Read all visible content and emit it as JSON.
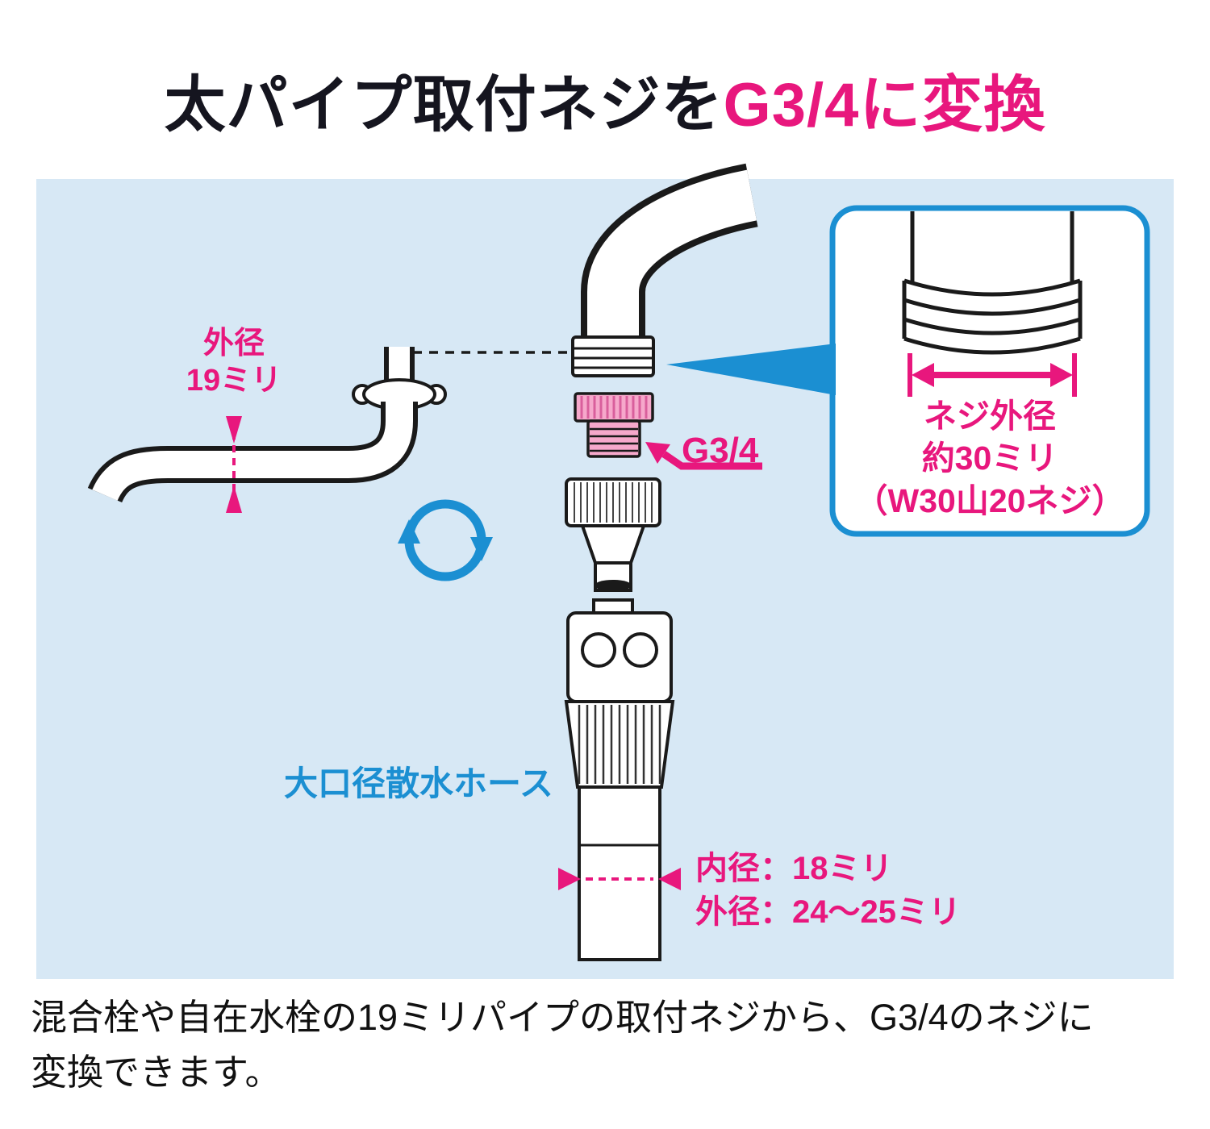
{
  "title": {
    "prefix": "太パイプ取付ネジを",
    "highlight": "G3/4に変換"
  },
  "diagram": {
    "pipe_outer_label": {
      "line1": "外径",
      "line2": "19ミリ"
    },
    "adapter_thread_label": "G3/4",
    "hose_label": "大口径散水ホース",
    "hose_inner_diameter": "内径：18ミリ",
    "hose_outer_diameter": "外径：24～25ミリ",
    "callout": {
      "line1": "ネジ外径",
      "line2": "約30ミリ",
      "line3": "（W30山20ネジ）"
    }
  },
  "description": {
    "line1": "混合栓や自在水栓の19ミリパイプの取付ネジから、G3/4のネジに",
    "line2": "変換できます。"
  },
  "colors": {
    "accent_pink": "#e8177d",
    "accent_blue": "#1b8fd2",
    "panel_background": "#d7e8f5",
    "title_dark": "#15151f",
    "adapter_pink": "#f6a8cb"
  },
  "icons": {
    "rotation_arrows": "circular-swap-arrows-icon"
  }
}
